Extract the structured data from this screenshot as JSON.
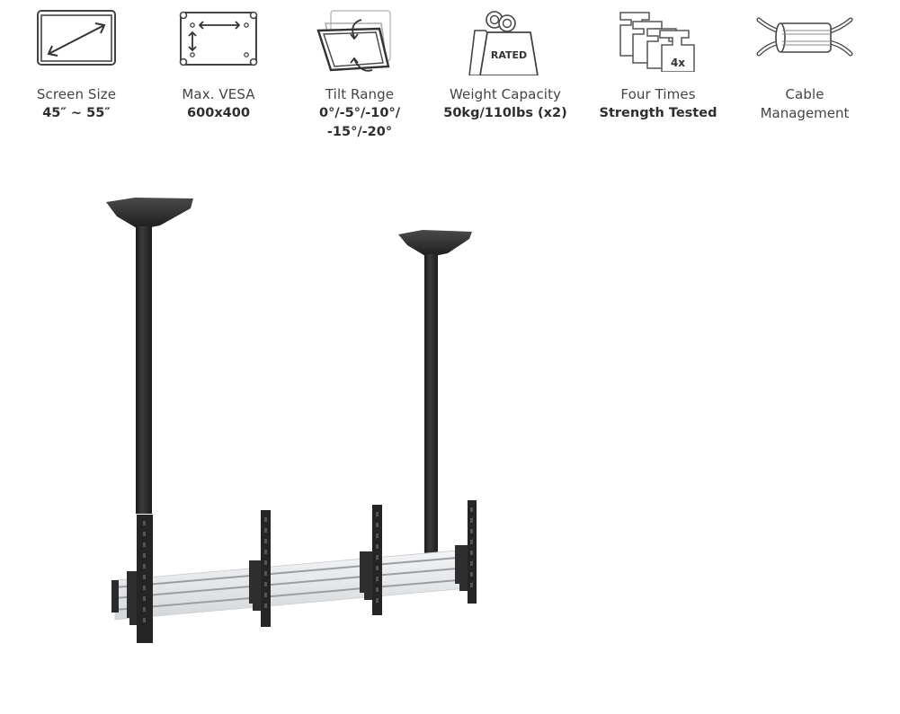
{
  "features": [
    {
      "icon": "screen-size-icon",
      "label": "Screen Size",
      "value": "45″ ~ 55″",
      "value_bold": true
    },
    {
      "icon": "vesa-pattern-icon",
      "label": "Max. VESA",
      "value": "600x400",
      "value_bold": true
    },
    {
      "icon": "tilt-icon",
      "label": "Tilt Range",
      "value": "0°/-5°/-10°/",
      "value_line2": "-15°/-20°",
      "value_bold": true
    },
    {
      "icon": "weight-rated-icon",
      "icon_text": "RATED",
      "label": "Weight Capacity",
      "value": "50kg/110lbs (x2)",
      "value_bold": true
    },
    {
      "icon": "strength-tested-icon",
      "icon_text": "4x",
      "label": "Four Times",
      "value": "Strength Tested",
      "value_bold": true
    },
    {
      "icon": "cable-management-icon",
      "label": "Cable",
      "value": "Management",
      "value_bold": false
    }
  ],
  "product": {
    "description": "Ceiling-mounted dual-screen video wall bracket with two ceiling poles, rails and four vertical mounting arms",
    "colors": {
      "metal_dark": "#2b2b2b",
      "rail_silver": "#e6e8ea",
      "rail_groove": "#9a9ea3"
    }
  }
}
